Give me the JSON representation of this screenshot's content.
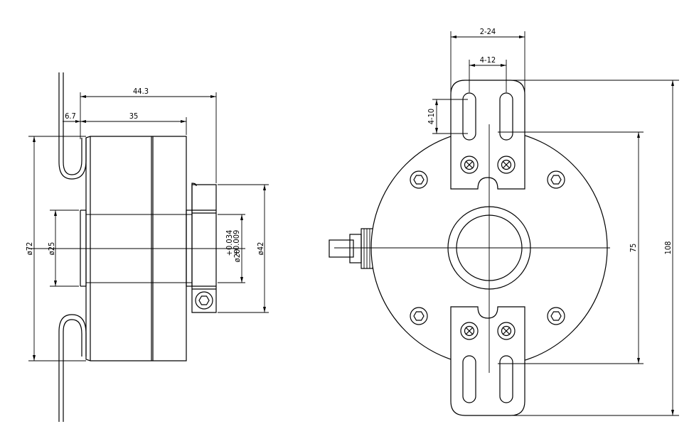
{
  "drawing": {
    "side_view": {
      "dim_overall_length": "44.3",
      "dim_flange_offset": "6.7",
      "dim_body_length": "35",
      "dim_body_diameter": "ø72",
      "dim_shaft_bore": "ø25",
      "dim_hub_diameter": "ø42",
      "dim_hub_bore": "ø20",
      "dim_hub_tol_upper": "+0.034",
      "dim_hub_tol_lower": "+0.009"
    },
    "front_view": {
      "dim_slot_pitch_outer": "2-24",
      "dim_slot_pitch_inner": "4-12",
      "dim_slot_length": "4-10",
      "dim_mount_spacing": "75",
      "dim_overall_height": "108"
    }
  }
}
